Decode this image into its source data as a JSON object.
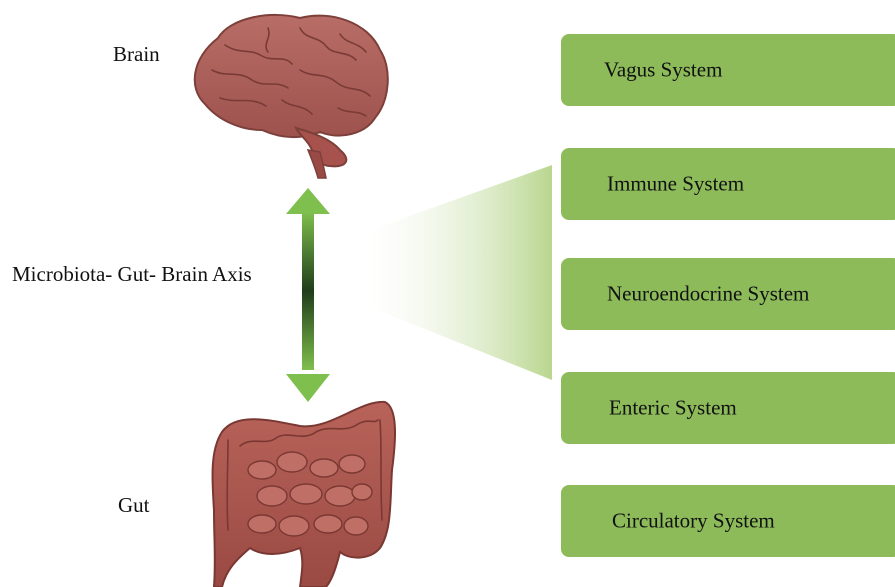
{
  "labels": {
    "brain": "Brain",
    "gut": "Gut",
    "axis": "Microbiota- Gut- Brain Axis"
  },
  "systems": [
    {
      "label": "Vagus System"
    },
    {
      "label": "Immune System"
    },
    {
      "label": "Neuroendocrine System"
    },
    {
      "label": "Enteric System"
    },
    {
      "label": "Circulatory System"
    }
  ],
  "colors": {
    "box_fill": "#8dbb5a",
    "arrow_light": "#7fbf4d",
    "arrow_dark": "#1f3d1a",
    "organ": "#a95a55"
  }
}
